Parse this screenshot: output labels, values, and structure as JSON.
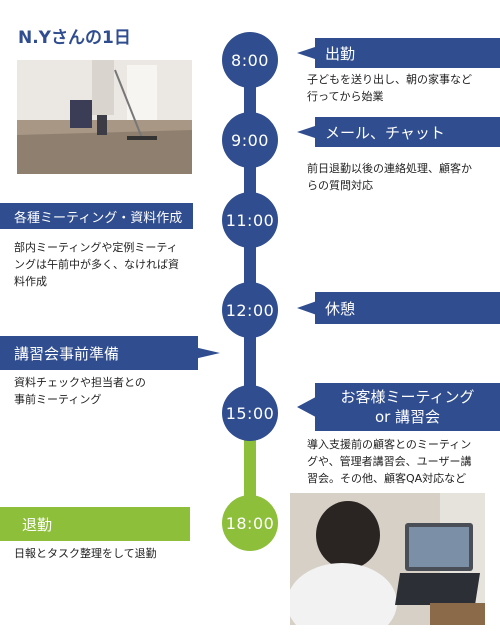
{
  "title": "N.Yさんの1日",
  "schedule": [
    {
      "time": "8:00",
      "heading": "出勤",
      "desc": [
        "子どもを送り出し、朝の家事など",
        "行ってから始業"
      ]
    },
    {
      "time": "9:00",
      "heading": "メール、チャット",
      "desc": [
        "前日退勤以後の連絡処理、顧客か",
        "らの質問対応"
      ]
    },
    {
      "time": "11:00",
      "heading": "各種ミーティング・資料作成",
      "desc": [
        "部内ミーティングや定例ミーティ",
        "ングは午前中が多く、なければ資",
        "料作成"
      ]
    },
    {
      "time": "12:00",
      "heading": "休憩",
      "desc": []
    },
    {
      "time": "",
      "heading": "講習会事前準備",
      "desc": [
        "資料チェックや担当者との",
        "事前ミーティング"
      ]
    },
    {
      "time": "15:00",
      "heading_lines": [
        "お客様ミーティング",
        "or 講習会"
      ],
      "desc": [
        "導入支援前の顧客とのミーティン",
        "グや、管理者講習会、ユーザー講",
        "習会。その他、顧客QA対応など"
      ]
    },
    {
      "time": "18:00",
      "heading": "退勤",
      "desc": [
        "日報とタスク整理をして退勤"
      ]
    }
  ],
  "colors": {
    "blue": "#2f4d8f",
    "green": "#8dbf3b"
  }
}
